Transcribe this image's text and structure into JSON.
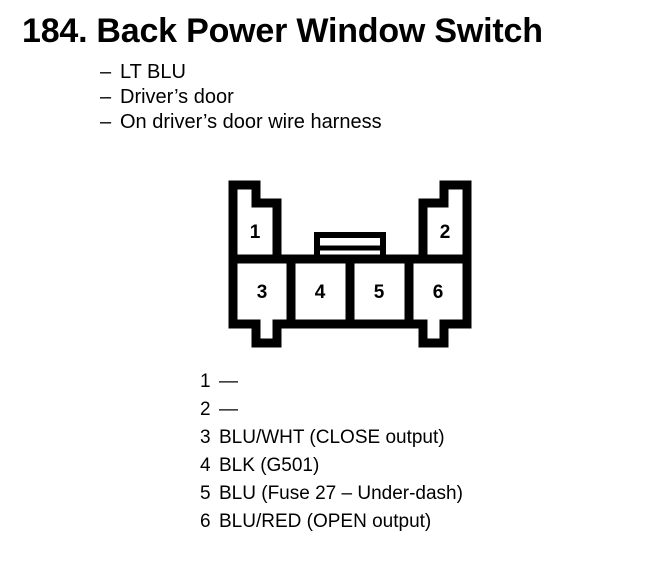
{
  "page": {
    "background_color": "#ffffff",
    "ink_color": "#000000"
  },
  "header": {
    "number": "184.",
    "title": "Back Power Window Switch"
  },
  "bullets": [
    {
      "dash": "–",
      "text": "LT BLU"
    },
    {
      "dash": "–",
      "text": "Driver’s door"
    },
    {
      "dash": "–",
      "text": "On driver’s door wire harness"
    }
  ],
  "connector": {
    "name": "6-pin connector",
    "top_row": [
      "1",
      "2"
    ],
    "bottom_row": [
      "3",
      "4",
      "5",
      "6"
    ],
    "latch": "center-latch-tab",
    "pins": [
      "1",
      "2",
      "3",
      "4",
      "5",
      "6"
    ]
  },
  "pin_list": [
    {
      "pin": "1",
      "desc": "—"
    },
    {
      "pin": "2",
      "desc": "—"
    },
    {
      "pin": "3",
      "desc": "BLU/WHT (CLOSE output)"
    },
    {
      "pin": "4",
      "desc": "BLK (G501)"
    },
    {
      "pin": "5",
      "desc": "BLU (Fuse 27 – Under-dash)"
    },
    {
      "pin": "6",
      "desc": "BLU/RED (OPEN output)"
    }
  ]
}
